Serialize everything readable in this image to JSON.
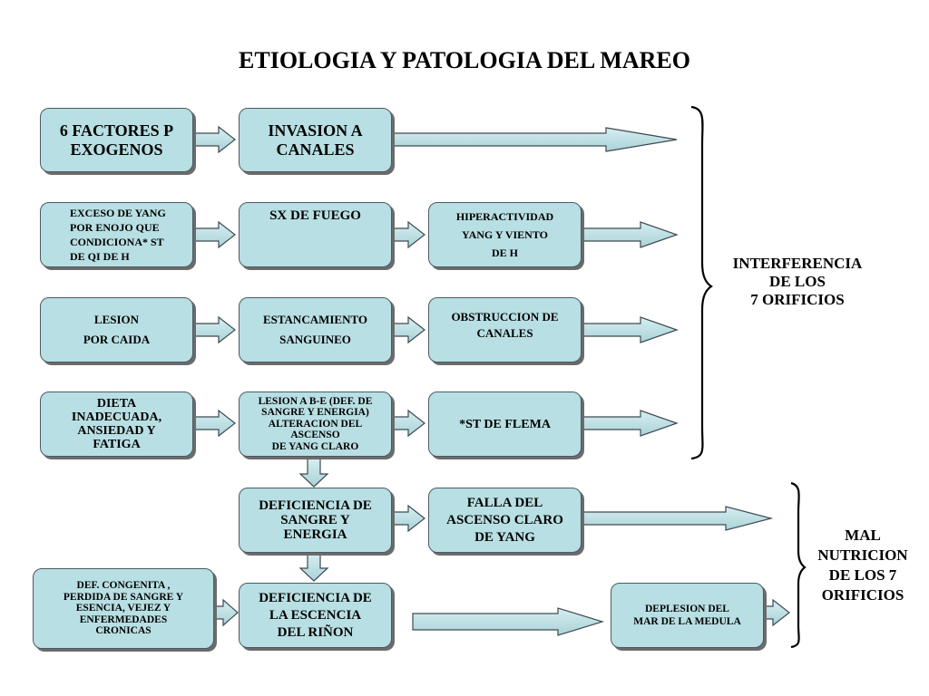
{
  "title": "ETIOLOGIA Y PATOLOGIA DEL MAREO",
  "nodes": {
    "factores": [
      "6 FACTORES P",
      "EXOGENOS"
    ],
    "invasion": [
      "INVASION A",
      "CANALES"
    ],
    "exceso": [
      "EXCESO DE YANG",
      "POR ENOJO QUE",
      "CONDICIONA* ST",
      "DE QI DE H"
    ],
    "fuego": [
      "SX DE FUEGO"
    ],
    "hiperactividad": [
      "HIPERACTIVIDAD",
      "YANG Y VIENTO",
      "DE H"
    ],
    "lesion_caida": [
      "LESION",
      "POR CAIDA"
    ],
    "estancamiento": [
      "ESTANCAMIENTO",
      "SANGUINEO"
    ],
    "obstruccion": [
      "OBSTRUCCION DE",
      "CANALES"
    ],
    "dieta": [
      "DIETA",
      "INADECUADA,",
      "ANSIEDAD Y",
      "FATIGA"
    ],
    "lesion_be": [
      "LESION A B-E (DEF. DE",
      "SANGRE Y ENERGIA)",
      "ALTERACION  DEL",
      "ASCENSO",
      "DE YANG CLARO"
    ],
    "flema": [
      "*ST DE FLEMA"
    ],
    "def_sangre": [
      "DEFICIENCIA DE",
      "SANGRE Y",
      "ENERGIA"
    ],
    "falla": [
      "FALLA  DEL",
      "ASCENSO CLARO",
      "DE YANG"
    ],
    "def_congenita": [
      "DEF. CONGENITA ,",
      "PERDIDA DE SANGRE Y",
      "ESENCIA, VEJEZ Y",
      "ENFERMEDADES",
      "CRONICAS"
    ],
    "def_esencia": [
      "DEFICIENCIA DE",
      "LA ESCENCIA",
      "DEL RIÑON"
    ],
    "deplesion": [
      "DEPLESION DEL",
      "MAR DE LA MEDULA"
    ]
  },
  "outcomes": {
    "interferencia": [
      "INTERFERENCIA",
      "DE LOS",
      "7 ORIFICIOS"
    ],
    "mal_nutricion": [
      "MAL",
      "NUTRICION",
      "DE LOS 7",
      "ORIFICIOS"
    ]
  },
  "colors": {
    "box_fill": "#b8dfe3",
    "box_border": "#4d5a63",
    "shadow": "#6b6b6b"
  }
}
